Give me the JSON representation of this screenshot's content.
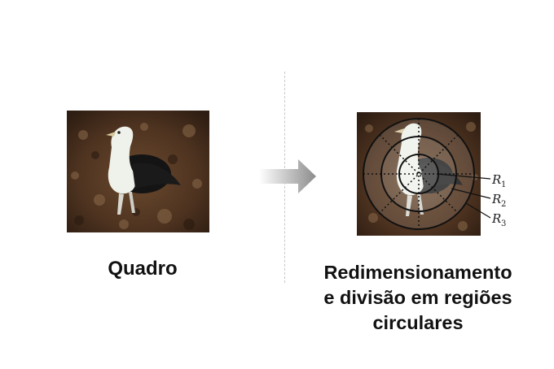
{
  "left": {
    "caption": "Quadro"
  },
  "right": {
    "caption_lines": [
      "Redimensionamento",
      "e divisão em regiões",
      "circulares"
    ],
    "regions": [
      {
        "label": "R",
        "sub": "1"
      },
      {
        "label": "R",
        "sub": "2"
      },
      {
        "label": "R",
        "sub": "3"
      }
    ]
  },
  "colors": {
    "arrow": "#8c8c8c",
    "divider": "#c8c8c8",
    "photo_ground": "#5a3a22",
    "bird_body": "#eef2ea",
    "bird_wing": "#141414",
    "circle_stroke": "#111111"
  }
}
